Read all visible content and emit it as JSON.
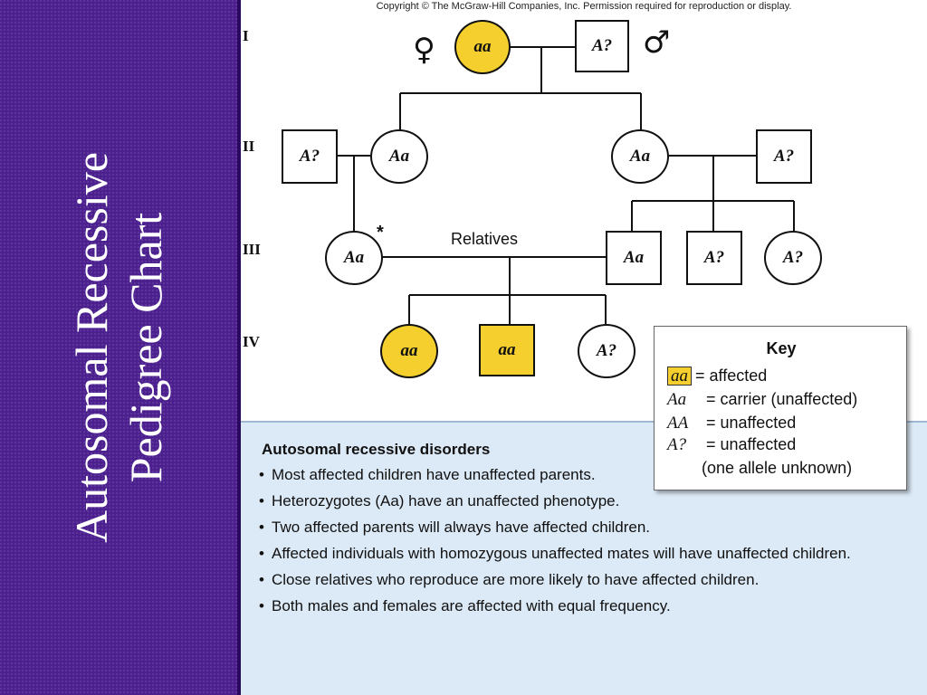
{
  "title": {
    "line1": "Autosomal Recessive",
    "line2": "Pedigree Chart"
  },
  "copyright": "Copyright © The McGraw-Hill Companies, Inc. Permission required for reproduction or display.",
  "generations": [
    "I",
    "II",
    "III",
    "IV"
  ],
  "relatives_label": "Relatives",
  "consanguinity_mark": "*",
  "pedigree": {
    "g1_female": "aa",
    "g1_male": "A?",
    "g2_left_male": "A?",
    "g2_left_female": "Aa",
    "g2_right_female": "Aa",
    "g2_right_male": "A?",
    "g3_female": "Aa",
    "g3_male_1": "Aa",
    "g3_male_2": "A?",
    "g3_female_2": "A?",
    "g4_female_1": "aa",
    "g4_male": "aa",
    "g4_female_2": "A?"
  },
  "symbols": {
    "female": "♀",
    "male": "♂"
  },
  "colors": {
    "affected": "#f4cf2e",
    "background": "#4b1f8e",
    "panel_fill": "#dce9f6"
  },
  "key": {
    "title": "Key",
    "rows": [
      {
        "genotype": "aa",
        "desc": "= affected"
      },
      {
        "genotype": "Aa",
        "desc": "= carrier (unaffected)"
      },
      {
        "genotype": "AA",
        "desc": "= unaffected"
      },
      {
        "genotype": "A?",
        "desc": "= unaffected"
      }
    ],
    "note": "(one allele unknown)"
  },
  "disorders": {
    "title": "Autosomal recessive disorders",
    "items": [
      "Most affected children have unaffected parents.",
      "Heterozygotes (Aa) have an unaffected phenotype.",
      "Two affected parents will always have affected children.",
      "Affected individuals with homozygous unaffected mates will have unaffected children.",
      "Close relatives who reproduce are more likely to have affected children.",
      "Both males and females are affected with equal frequency."
    ]
  }
}
